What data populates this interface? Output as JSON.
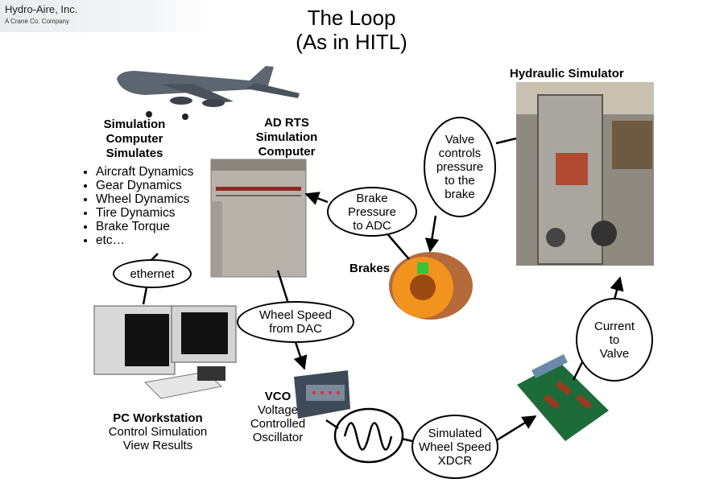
{
  "logo": {
    "company": "Hydro-Aire, Inc.",
    "subtitle": "A Crane Co. Company"
  },
  "title": {
    "line1": "The Loop",
    "line2": "(As in HITL)"
  },
  "simulation_label": [
    "Simulation",
    "Computer",
    "Simulates"
  ],
  "simulates_list": [
    "Aircraft Dynamics",
    "Gear Dynamics",
    "Wheel Dynamics",
    "Tire Dynamics",
    "Brake Torque",
    "etc…"
  ],
  "adrts_label": [
    "AD RTS",
    "Simulation",
    "Computer"
  ],
  "hydraulic_label": "Hydraulic Simulator",
  "brakes_label": "Brakes",
  "bubbles": {
    "valve_controls": [
      "Valve",
      "controls",
      "pressure",
      "to the",
      "brake"
    ],
    "brake_pressure": [
      "Brake",
      "Pressure",
      "to ADC"
    ],
    "ethernet": "ethernet",
    "wheel_speed_dac": [
      "Wheel Speed",
      "from DAC"
    ],
    "current_to_valve": [
      "Current",
      "to",
      "Valve"
    ],
    "simulated_wheel_speed": [
      "Simulated",
      "Wheel Speed",
      "XDCR"
    ]
  },
  "pc_workstation": {
    "title": "PC Workstation",
    "line1": "Control Simulation",
    "line2": "View Results"
  },
  "vco": {
    "title": "VCO",
    "line1": "Voltage",
    "line2": "Controlled",
    "line3": "Oscillator"
  }
}
